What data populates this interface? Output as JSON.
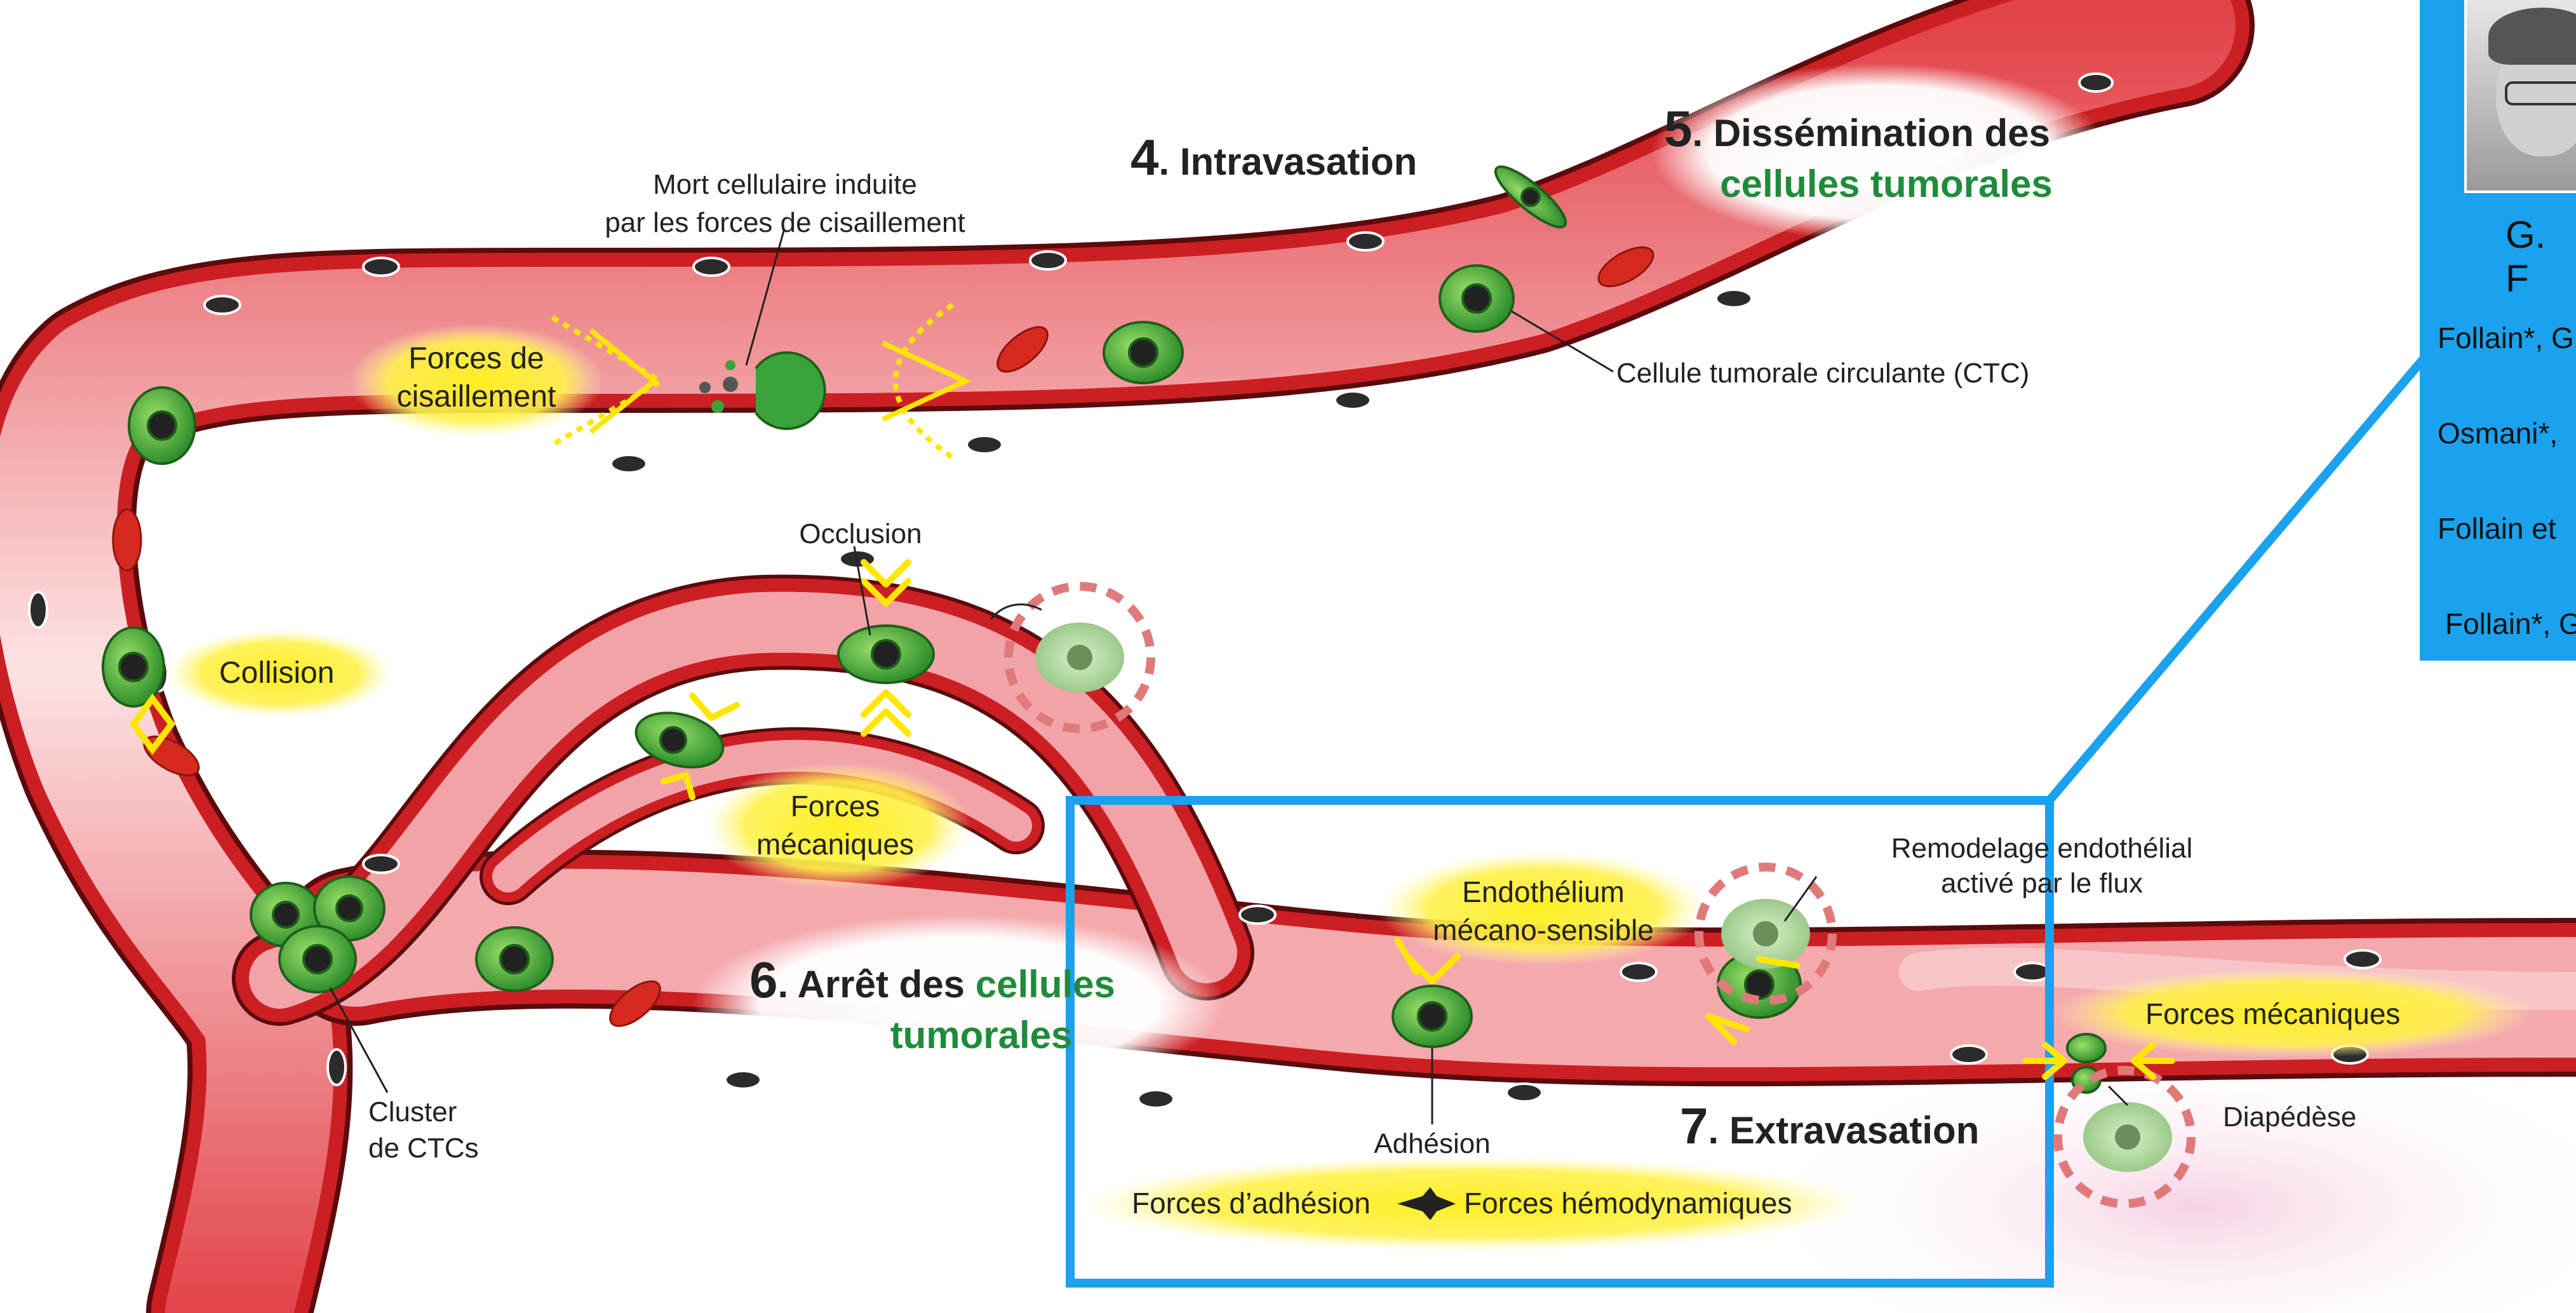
{
  "labels": {
    "cell_death_1": "Mort cellulaire induite",
    "cell_death_2": "par les forces de cisaillement",
    "shear_1": "Forces de",
    "shear_2": "cisaillement",
    "ctc": "Cellule tumorale circulante (CTC)",
    "collision": "Collision",
    "occlusion": "Occlusion",
    "mech_1": "Forces",
    "mech_2": "mécaniques",
    "cluster_1": "Cluster",
    "cluster_2": "de CTCs",
    "endo_1": "Endothélium",
    "endo_2": "mécano-sensible",
    "remodel_1": "Remodelage endothélial",
    "remodel_2": "activé par le flux",
    "mech_right": "Forces mécaniques",
    "adhesion": "Adhésion",
    "diapedesis": "Diapédèse",
    "adhesion_forces": "Forces d’adhésion",
    "hemo_forces": "Forces hémodynamiques"
  },
  "steps": {
    "s4_num": "4",
    "s4_text": ". Intravasation",
    "s5_num": "5",
    "s5_text": ". Dissémination des",
    "s5_green": "cellules tumorales",
    "s6_num": "6",
    "s6_text": ". Arrêt des ",
    "s6_green_a": "cellules",
    "s6_green_b": "tumorales",
    "s7_num": "7",
    "s7_text": ". Extravasation"
  },
  "side_panel": {
    "name": "G. F",
    "refs": [
      "Follain*, G",
      "Osmani*,",
      "Follain et",
      "Follain*, G"
    ]
  },
  "colors": {
    "vessel": "#cc1f23",
    "lumen": "#f7c5c7",
    "tumor_cell": "#3aa33a",
    "force_yellow": "#ffe600",
    "highlight_box": "#1aa2ee",
    "red_cell": "#d62a1e"
  }
}
